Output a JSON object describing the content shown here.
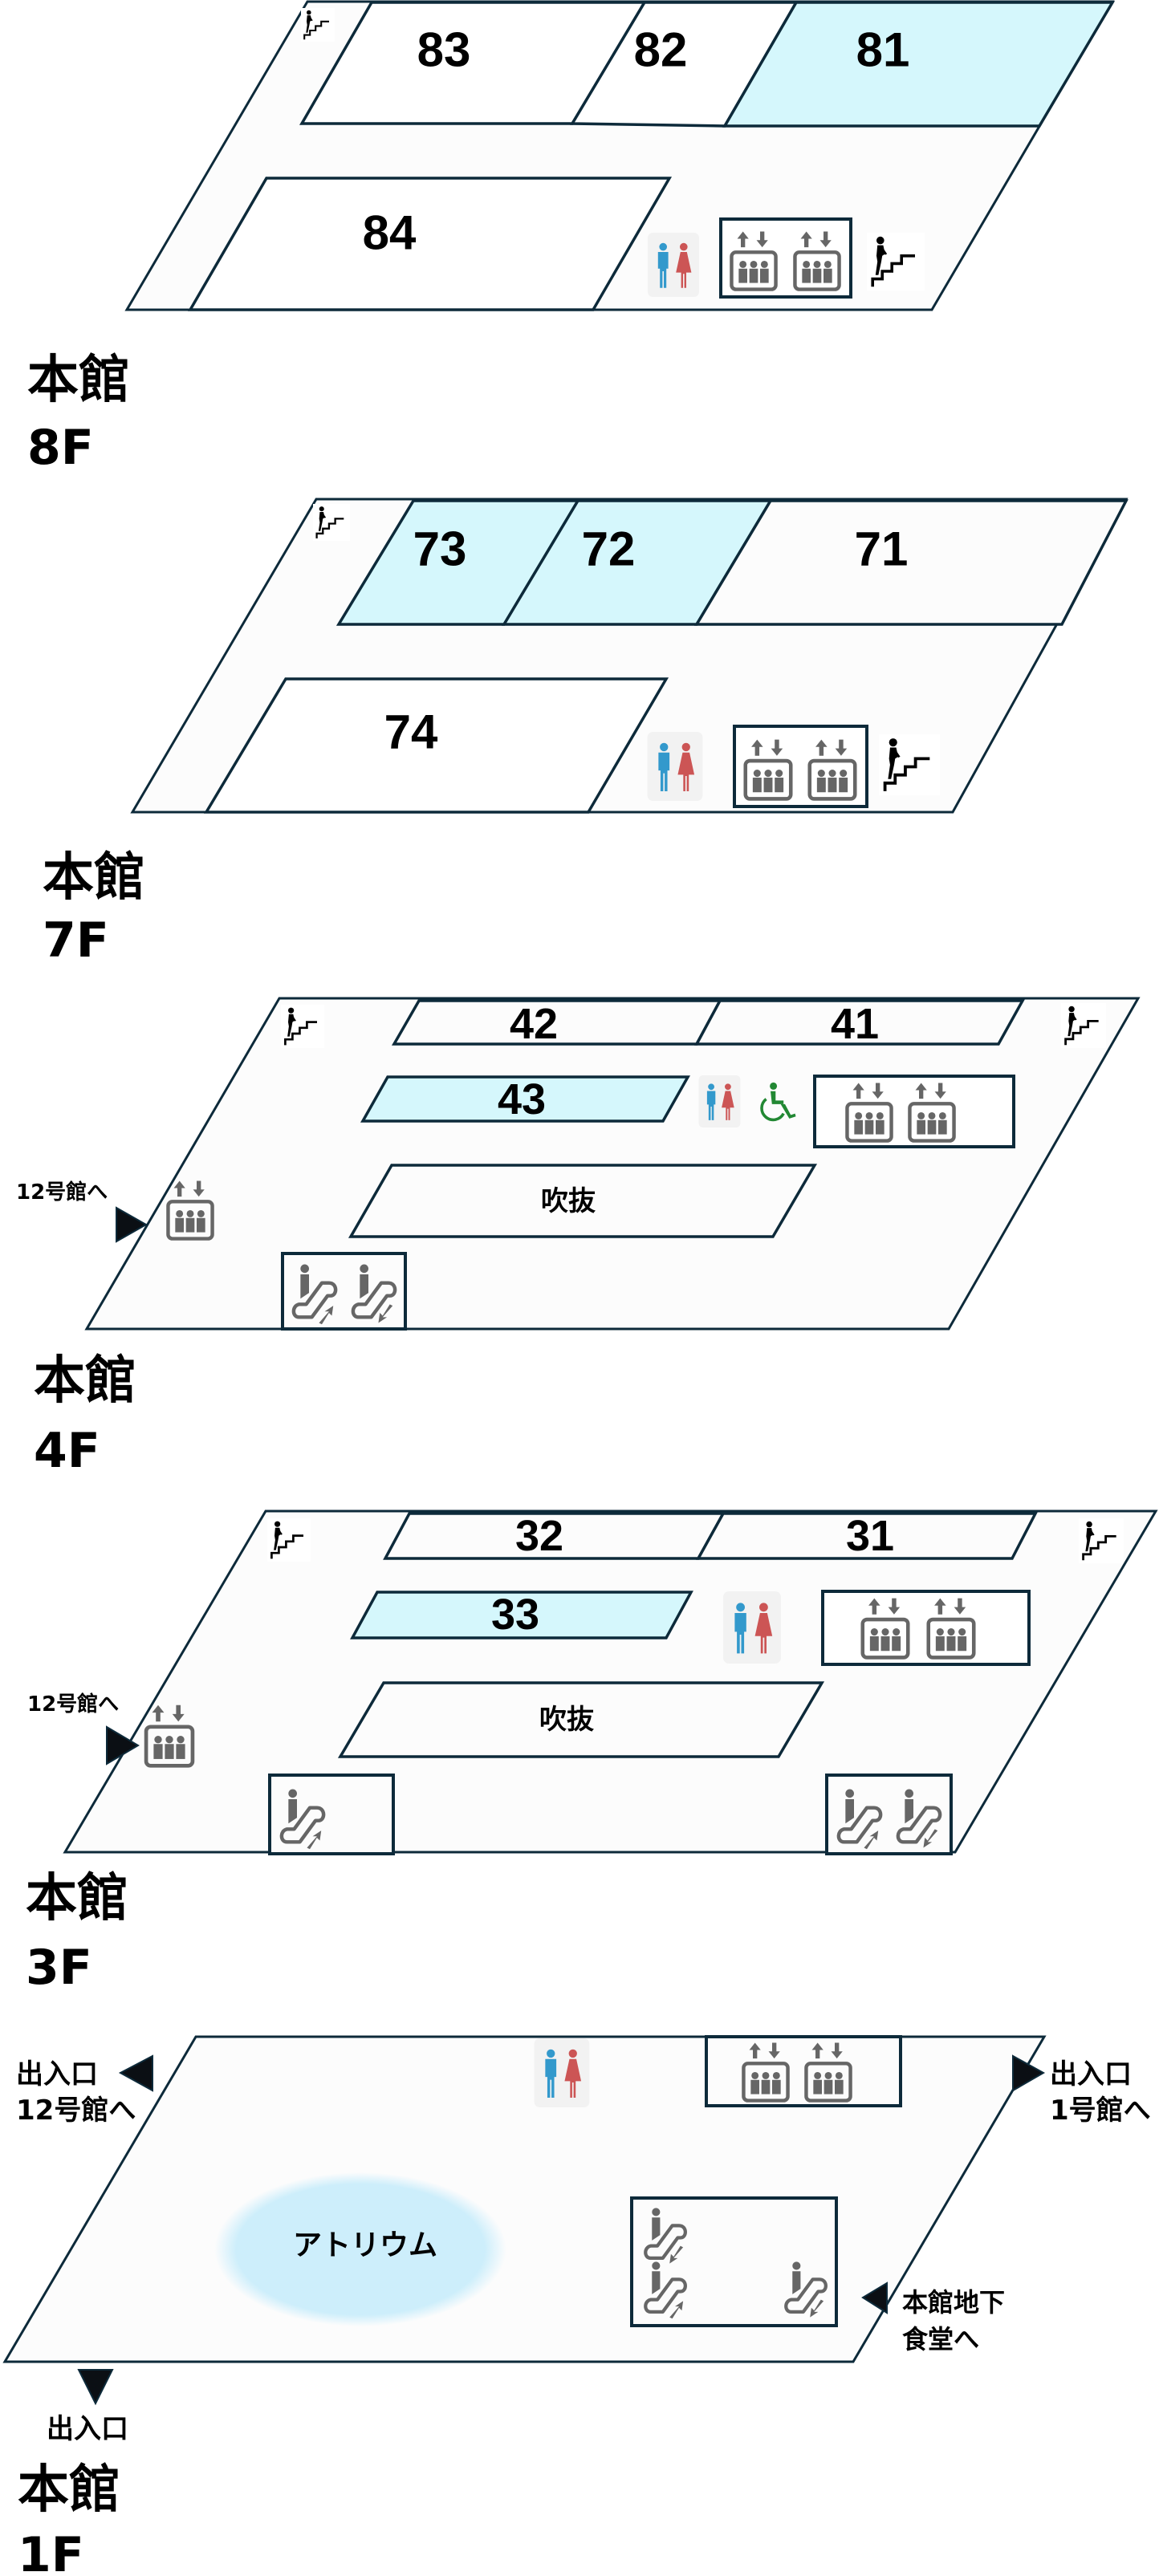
{
  "building": "本館",
  "colors": {
    "outline": "#0d2a3a",
    "floor_fill": "#fcfcfc",
    "highlight_shop": "#d5f7fc",
    "atrium": "#cdeefb",
    "icon_gray": "#666666",
    "male": "#3399cc",
    "female": "#cc5555",
    "wheelchair": "#228833"
  },
  "floors": {
    "f8": {
      "building": "本館",
      "level": "8F",
      "shops": [
        {
          "id": "83",
          "highlighted": false
        },
        {
          "id": "82",
          "highlighted": false
        },
        {
          "id": "81",
          "highlighted": true
        },
        {
          "id": "84",
          "highlighted": false
        }
      ],
      "facilities": [
        "stairs-icon",
        "restroom-icon",
        "elevator-icon",
        "elevator-icon",
        "stairs-icon"
      ]
    },
    "f7": {
      "building": "本館",
      "level": "7F",
      "shops": [
        {
          "id": "73",
          "highlighted": true
        },
        {
          "id": "72",
          "highlighted": true
        },
        {
          "id": "71",
          "highlighted": false
        },
        {
          "id": "74",
          "highlighted": false
        }
      ],
      "facilities": [
        "stairs-icon",
        "restroom-icon",
        "elevator-icon",
        "elevator-icon",
        "stairs-icon"
      ]
    },
    "f4": {
      "building": "本館",
      "level": "4F",
      "shops": [
        {
          "id": "42",
          "highlighted": false
        },
        {
          "id": "41",
          "highlighted": false
        },
        {
          "id": "43",
          "highlighted": true
        }
      ],
      "void_label": "吹抜",
      "link_label": "12号館へ",
      "facilities": [
        "stairs-icon",
        "stairs-icon",
        "restroom-icon",
        "wheelchair-icon",
        "elevator-icon",
        "elevator-icon",
        "elevator-icon",
        "escalator-up-icon",
        "escalator-down-icon"
      ]
    },
    "f3": {
      "building": "本館",
      "level": "3F",
      "shops": [
        {
          "id": "32",
          "highlighted": false
        },
        {
          "id": "31",
          "highlighted": false
        },
        {
          "id": "33",
          "highlighted": true
        }
      ],
      "void_label": "吹抜",
      "link_label": "12号館へ",
      "facilities": [
        "stairs-icon",
        "stairs-icon",
        "restroom-icon",
        "elevator-icon",
        "elevator-icon",
        "elevator-icon",
        "escalator-up-icon",
        "escalator-up-icon",
        "escalator-down-icon"
      ]
    },
    "f1": {
      "building": "本館",
      "level": "1F",
      "atrium_label": "アトリウム",
      "entrance_left": {
        "line1": "出入口",
        "line2": "12号館へ"
      },
      "entrance_right": {
        "line1": "出入口",
        "line2": "1号館へ"
      },
      "basement_link": {
        "line1": "本館地下",
        "line2": "食堂へ"
      },
      "entrance_bottom": "出入口",
      "facilities": [
        "restroom-icon",
        "elevator-icon",
        "elevator-icon",
        "escalator-down-icon",
        "escalator-up-icon",
        "escalator-down-icon"
      ]
    }
  }
}
